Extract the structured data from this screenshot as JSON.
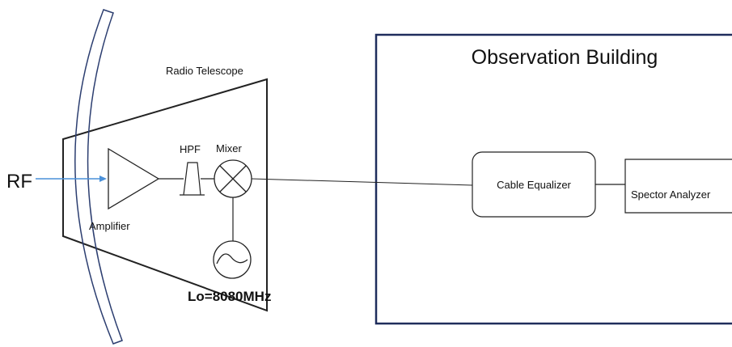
{
  "labels": {
    "rf": "RF",
    "radio_telescope": "Radio Telescope",
    "hpf": "HPF",
    "mixer": "Mixer",
    "amplifier": "Amplifier",
    "lo": "Lo=8080MHz",
    "observation_building": "Observation Building",
    "cable_equalizer": "Cable Equalizer",
    "spector_analyzer": "Spector Analyzer"
  },
  "colors": {
    "signal_arrow": "#4a90d9",
    "dish": "#2c3e70",
    "building_border": "#1f2d5c",
    "line": "#222222"
  },
  "icons": {
    "amplifier": "triangle-amplifier-icon",
    "hpf": "trapezoid-filter-icon",
    "mixer": "circle-cross-mixer-icon",
    "oscillator": "circle-sine-oscillator-icon"
  }
}
